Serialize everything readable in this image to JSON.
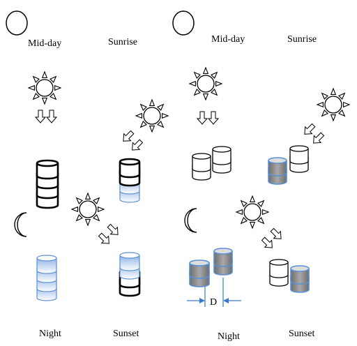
{
  "left_panel": {
    "labels": {
      "midday": "Mid-day",
      "sunrise": "Sunrise",
      "night": "Night",
      "sunset": "Sunset"
    }
  },
  "right_panel": {
    "labels": {
      "midday": "Mid-day",
      "sunrise": "Sunrise",
      "night": "Night",
      "sunset": "Sunset"
    },
    "spacing_label": "D"
  },
  "colors": {
    "outline": "#000000",
    "water_blue": "#5b8fd6",
    "water_light": "#cfe0f6",
    "gray_fill": "#8c8c8c",
    "dimension_blue": "#3a78c8"
  }
}
